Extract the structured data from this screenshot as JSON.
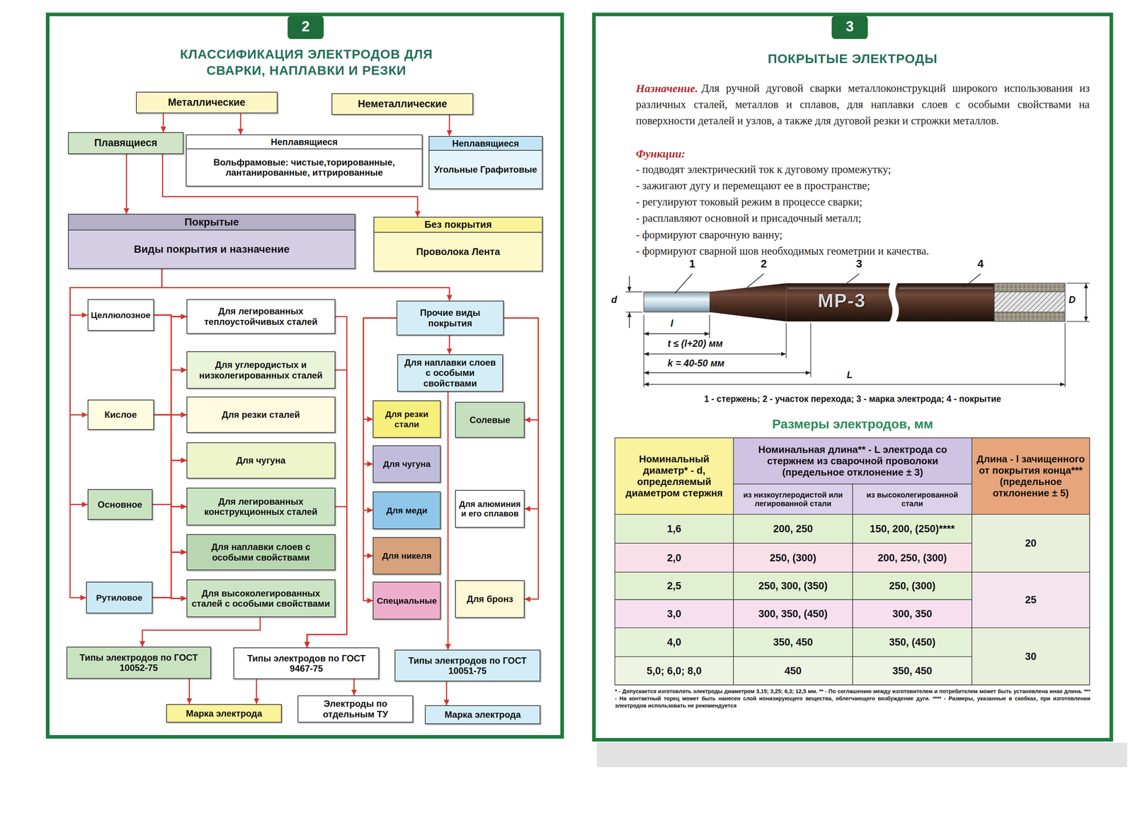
{
  "diagram": {
    "title": "КЛАССИФИКАЦИЯ ЭЛЕКТРОДОВ ДЛЯ СВАРКИ, НАПЛАВКИ И РЕЗКИ",
    "nodes": [
      {
        "text": [
          "Металлические"
        ]
      },
      {
        "text": [
          "Неметаллические"
        ]
      },
      {
        "text": [
          "Плавящиеся"
        ]
      },
      {
        "text": [
          "Неплавящиеся",
          "Вольфрамовые: чистые,торированные, лантанированные, иттрированные"
        ]
      },
      {
        "text": [
          "Неплавящиеся",
          "Угольные Графитовые"
        ]
      },
      {
        "text": [
          "Покрытые",
          "Виды покрытия и назначение"
        ]
      },
      {
        "text": [
          "Без покрытия",
          "Проволока Лента"
        ]
      },
      {
        "text": [
          "Целлюлозное"
        ]
      },
      {
        "text": [
          "Для легированных теплоустойчивых сталей"
        ]
      },
      {
        "text": [
          "Прочие виды покрытия"
        ]
      },
      {
        "text": [
          "Для углеродистых и низколегированных сталей"
        ]
      },
      {
        "text": [
          "Для наплавки слоев с особыми свойствами"
        ]
      },
      {
        "text": [
          "Кислое"
        ]
      },
      {
        "text": [
          "Для резки сталей"
        ]
      },
      {
        "text": [
          "Для резки стали"
        ]
      },
      {
        "text": [
          "Солевые"
        ]
      },
      {
        "text": [
          "Для чугуна"
        ]
      },
      {
        "text": [
          "Для чугуна"
        ]
      },
      {
        "text": [
          "Основное"
        ]
      },
      {
        "text": [
          "Для легированных конструкционных сталей"
        ]
      },
      {
        "text": [
          "Для меди"
        ]
      },
      {
        "text": [
          "Для алюминия и его сплавов"
        ]
      },
      {
        "text": [
          "Для наплавки слоев с особыми свойствами"
        ]
      },
      {
        "text": [
          "Для никеля"
        ]
      },
      {
        "text": [
          "Рутиловое"
        ]
      },
      {
        "text": [
          "Для высоколегированных сталей с особыми свойствами"
        ]
      },
      {
        "text": [
          "Специальные"
        ]
      },
      {
        "text": [
          "Для бронз"
        ]
      },
      {
        "text": [
          "Типы электродов по ГОСТ 10052-75"
        ]
      },
      {
        "text": [
          "Типы электродов по ГОСТ 9467-75"
        ]
      },
      {
        "text": [
          "Типы электродов по ГОСТ 10051-75"
        ]
      },
      {
        "text": [
          "Марка электрода"
        ]
      },
      {
        "text": [
          "Электроды по отдельным ТУ"
        ]
      },
      {
        "text": [
          "Марка электрода"
        ]
      }
    ],
    "edges": [
      {
        "from": 0,
        "to": 2,
        "arrow": "to"
      },
      {
        "from": 0,
        "to": 3,
        "arrow": "to"
      },
      {
        "from": 1,
        "to": 4,
        "arrow": "to"
      },
      {
        "from": 2,
        "to": 5,
        "arrow": "to"
      },
      {
        "from": 2,
        "to": 6,
        "arrow": "to"
      },
      {
        "from": 5,
        "to": 7,
        "arrow": "to"
      },
      {
        "from": 5,
        "to": 12,
        "arrow": "to"
      },
      {
        "from": 5,
        "to": 18,
        "arrow": "to"
      },
      {
        "from": 5,
        "to": 24,
        "arrow": "to"
      },
      {
        "from": 5,
        "to": 9,
        "arrow": "to"
      },
      {
        "from": 7,
        "to": 8,
        "arrow": "to"
      },
      {
        "from": 7,
        "to": 10,
        "arrow": "to"
      },
      {
        "from": 7,
        "to": 13,
        "arrow": "to"
      },
      {
        "from": 7,
        "to": 16,
        "arrow": "to"
      },
      {
        "from": 7,
        "to": 19,
        "arrow": "to"
      },
      {
        "from": 7,
        "to": 22,
        "arrow": "to"
      },
      {
        "from": 7,
        "to": 25,
        "arrow": "to"
      },
      {
        "from": 12,
        "to": 8,
        "arrow": "to"
      },
      {
        "from": 12,
        "to": 10,
        "arrow": "to"
      },
      {
        "from": 12,
        "to": 13,
        "arrow": "to"
      },
      {
        "from": 12,
        "to": 16,
        "arrow": "to"
      },
      {
        "from": 12,
        "to": 19,
        "arrow": "to"
      },
      {
        "from": 12,
        "to": 22,
        "arrow": "to"
      },
      {
        "from": 12,
        "to": 25,
        "arrow": "to"
      },
      {
        "from": 18,
        "to": 8,
        "arrow": "to"
      },
      {
        "from": 18,
        "to": 10,
        "arrow": "to"
      },
      {
        "from": 18,
        "to": 13,
        "arrow": "to"
      },
      {
        "from": 18,
        "to": 16,
        "arrow": "to"
      },
      {
        "from": 18,
        "to": 19,
        "arrow": "to"
      },
      {
        "from": 18,
        "to": 22,
        "arrow": "to"
      },
      {
        "from": 18,
        "to": 25,
        "arrow": "to"
      },
      {
        "from": 24,
        "to": 8,
        "arrow": "to"
      },
      {
        "from": 24,
        "to": 10,
        "arrow": "to"
      },
      {
        "from": 24,
        "to": 13,
        "arrow": "to"
      },
      {
        "from": 24,
        "to": 16,
        "arrow": "to"
      },
      {
        "from": 24,
        "to": 19,
        "arrow": "to"
      },
      {
        "from": 24,
        "to": 22,
        "arrow": "to"
      },
      {
        "from": 24,
        "to": 25,
        "arrow": "to"
      },
      {
        "from": 8,
        "to": 29,
        "arrow": "to"
      },
      {
        "from": 10,
        "to": 29,
        "arrow": "to"
      },
      {
        "from": 19,
        "to": 29,
        "arrow": "to"
      },
      {
        "from": 25,
        "to": 28,
        "arrow": "to"
      },
      {
        "from": 9,
        "to": 11,
        "arrow": "to"
      },
      {
        "from": 11,
        "to": 30,
        "arrow": "to"
      },
      {
        "from": 9,
        "to": 14,
        "arrow": "to"
      },
      {
        "from": 9,
        "to": 17,
        "arrow": "to"
      },
      {
        "from": 9,
        "to": 20,
        "arrow": "to"
      },
      {
        "from": 9,
        "to": 23,
        "arrow": "to"
      },
      {
        "from": 9,
        "to": 26,
        "arrow": "to"
      },
      {
        "from": 9,
        "to": 15,
        "arrow": "to"
      },
      {
        "from": 9,
        "to": 21,
        "arrow": "to"
      },
      {
        "from": 9,
        "to": 27,
        "arrow": "to"
      },
      {
        "from": 28,
        "to": 31,
        "arrow": "to"
      },
      {
        "from": 29,
        "to": 31,
        "arrow": "to"
      },
      {
        "from": 29,
        "to": 32,
        "arrow": "to"
      },
      {
        "from": 30,
        "to": 33,
        "arrow": "to"
      }
    ],
    "labels": [
      "2",
      "3",
      "ПОКРЫТЫЕ ЭЛЕКТРОДЫ",
      "Назначение.",
      "Для ручной дуговой сварки металлоконструкций широкого использования из различных сталей, металлов и сплавов, для наплавки слоев с особыми свойствами на поверхности деталей и узлов, а также для дуговой резки и строжки металлов.",
      "Функции:",
      "- подводят электрический ток к дуговому промежутку;",
      "- зажигают дугу и перемещают ее в пространстве;",
      "- регулируют токовый режим в процессе сварки;",
      "- расплавляют основной и присадочный металл;",
      "- формируют сварочную ванну;",
      "- формируют сварной шов необходимых геометрии и качества.",
      "1",
      "2",
      "3",
      "4",
      "МР-3",
      "d",
      "D",
      "l",
      "t ≤ (l+20) мм",
      "k = 40-50 мм",
      "L",
      "1 - стержень; 2 - участок перехода; 3 - марка электрода; 4 - покрытие",
      "Размеры электродов, мм",
      "Номинальный диаметр* - d, определяемый диаметром стержня",
      "Номинальная длина** - L электрода со стержнем из сварочной проволоки (предельное отклонение ± 3)",
      "из низкоуглеродистой или легированной стали",
      "из высоколегированной стали",
      "Длина - l зачищенного от покрытия конца*** (предельное отклонение ± 5)",
      "1,6",
      "200, 250",
      "150, 200, (250)****",
      "2,0",
      "250, (300)",
      "200, 250, (300)",
      "2,5",
      "250, 300, (350)",
      "250, (300)",
      "3,0",
      "300, 350, (450)",
      "300, 350",
      "4,0",
      "350, 450",
      "350, (450)",
      "5,0; 6,0; 8,0",
      "450",
      "350, 450",
      "20",
      "25",
      "30",
      "* - Допускается изготовлять электроды диаметром 3,15; 3,25; 6,3; 12,5 мм. ** - По соглашению между изготовителем и потребителем может быть установлена иная длина. *** - На контактный торец может быть нанесен слой ионизирующего вещества, облегчающего возбуждение дуги. **** - Размеры, указанные в скобках, при изготовлении электродов использовать не рекомендуется"
    ]
  }
}
